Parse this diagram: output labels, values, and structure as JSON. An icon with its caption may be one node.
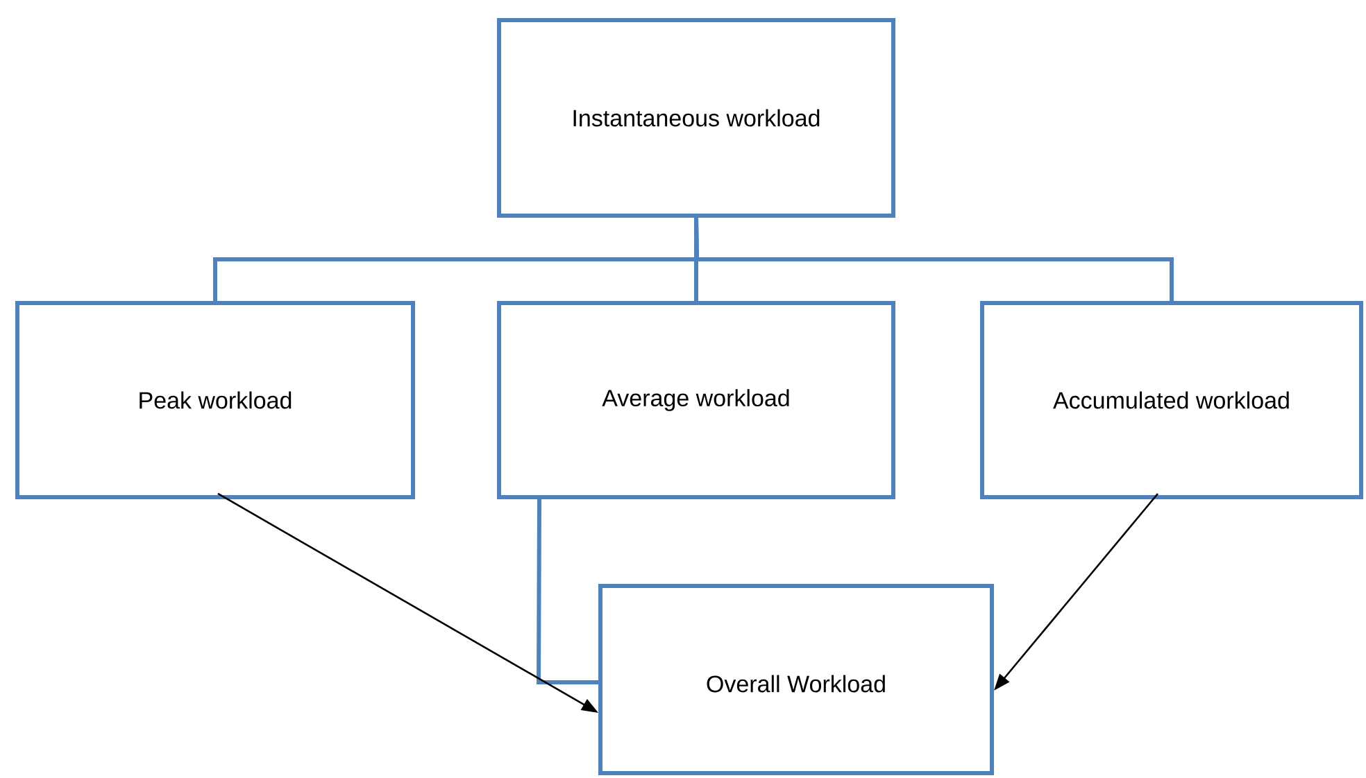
{
  "diagram": {
    "nodes": [
      {
        "text": [
          "Instantaneous workload"
        ]
      },
      {
        "text": [
          "Peak workload"
        ]
      },
      {
        "text": [
          "Average workload"
        ]
      },
      {
        "text": [
          "Accumulated workload"
        ]
      },
      {
        "text": [
          "Overall Workload"
        ]
      }
    ],
    "edges": [
      {
        "from": 0,
        "to": 1,
        "arrow": "none"
      },
      {
        "from": 0,
        "to": 2,
        "arrow": "none"
      },
      {
        "from": 0,
        "to": 3,
        "arrow": "none"
      },
      {
        "from": 2,
        "to": 4,
        "arrow": "none"
      },
      {
        "from": 1,
        "to": 4,
        "arrow": "to",
        "color": "#000000"
      },
      {
        "from": 3,
        "to": 4,
        "arrow": "to",
        "color": "#000000"
      }
    ]
  }
}
